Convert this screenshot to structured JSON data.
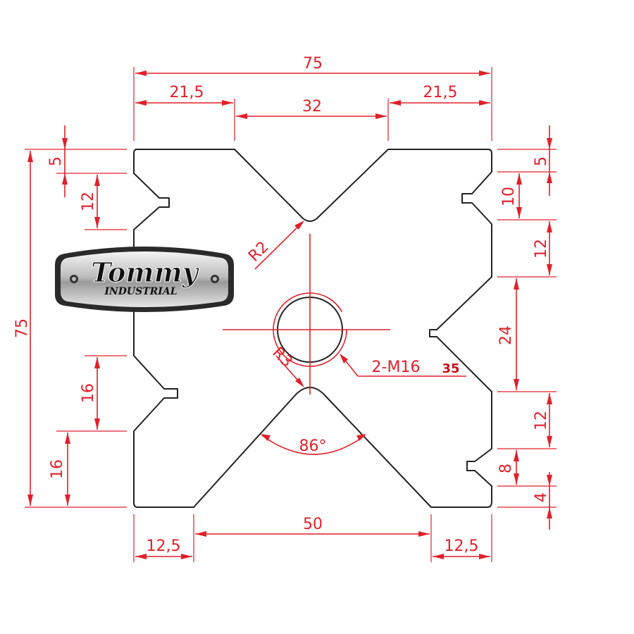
{
  "logo": {
    "brand": "Tommy",
    "sub": "INDUSTRIAL"
  },
  "dimensions": {
    "top_overall": "75",
    "top_left": "21,5",
    "top_middle": "32",
    "top_right": "21,5",
    "left_overall": "75",
    "left_top_edge": "5",
    "left_top_notch": "12",
    "left_lower_notch": "16",
    "left_bottom_edge": "16",
    "right_top_edge": "5",
    "right_notch_1": "10",
    "right_flat_1": "12",
    "right_v": "24",
    "right_flat_2": "12",
    "right_notch_2": "8",
    "right_bottom_edge": "4",
    "bottom_left": "12,5",
    "bottom_middle": "50",
    "bottom_right": "12,5",
    "radius_top": "R2",
    "radius_bottom": "R3",
    "angle": "86°",
    "thread": "2-M16",
    "thread_depth": "35"
  },
  "colors": {
    "dimension": "#e0202a",
    "outline": "#222222",
    "badge_dark": "#2a2a2a"
  }
}
